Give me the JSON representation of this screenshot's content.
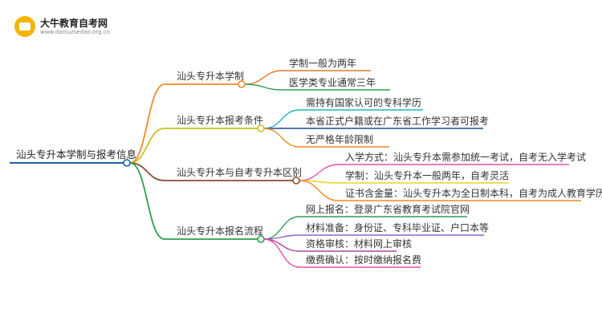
{
  "brand": {
    "name": "大牛教育自考网",
    "url": "www.daniuzsedao.org.cn",
    "logo_color": "#f4b400"
  },
  "root": {
    "label": "汕头专升本学制与报考信息",
    "color": "#1f5fa8"
  },
  "branches": [
    {
      "label": "汕头专升本学制",
      "color": "#f08a24",
      "children": [
        {
          "label": "学制一般为两年",
          "color": "#e8772e"
        },
        {
          "label": "医学类专业通常三年",
          "color": "#2e9d4f"
        }
      ]
    },
    {
      "label": "汕头专升本报考条件",
      "color": "#c4c21d",
      "children": [
        {
          "label": "需持有国家认可的专科学历",
          "color": "#1cb8b8"
        },
        {
          "label": "本省正式户籍或在广东省工作学习者可报考",
          "color": "#1b4e8c"
        },
        {
          "label": "无严格年龄限制",
          "color": "#f08a24"
        }
      ]
    },
    {
      "label": "汕头专升本与自考专升本区别",
      "color": "#8a4f3a",
      "children": [
        {
          "label": "入学方式：汕头专升本需参加统一考试，自考无入学考试",
          "color": "#e84fa8"
        },
        {
          "label": "学制：汕头专升本一般两年，自考灵活",
          "color": "#f0d21c"
        },
        {
          "label": "证书含金量：汕头专升本为全日制本科，自考为成人教育学历",
          "color": "#f08a24"
        }
      ]
    },
    {
      "label": "汕头专升本报名流程",
      "color": "#2e9d4f",
      "children": [
        {
          "label": "网上报名：登录广东省教育考试院官网",
          "color": "#2e9d4f"
        },
        {
          "label": "材料准备：身份证、专科毕业证、户口本等",
          "color": "#8a63c9"
        },
        {
          "label": "资格审核：材料网上审核",
          "color": "#b0479a"
        },
        {
          "label": "缴费确认：按时缴纳报名费",
          "color": "#e84fa8"
        }
      ]
    }
  ]
}
